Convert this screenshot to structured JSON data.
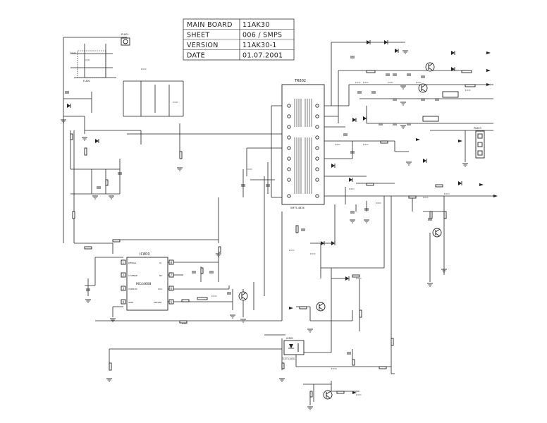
{
  "title_block": {
    "main_board_label": "MAIN BOARD",
    "main_board_value": "11AK30",
    "sheet_label": "SHEET",
    "sheet_value": "006 / SMPS",
    "version_label": "VERSION",
    "version_value": "11AK30-1",
    "date_label": "DATE",
    "date_value": "01.07.2001"
  },
  "components": {
    "transformer_label": "TR802",
    "ic_label": "IC800",
    "ic_part": "MC44608",
    "ic_pins_left": [
      "DEMAG",
      "C.SENSE",
      "CONT-IN",
      "GND"
    ],
    "ic_pins_right": [
      "VI",
      "NC",
      "VCC",
      "DRIVER"
    ],
    "ic_pin_numbers_left": [
      "1",
      "2",
      "3",
      "4"
    ],
    "ic_pin_numbers_right": [
      "8",
      "7",
      "6",
      "5"
    ],
    "optocoupler_label": "IC801",
    "optocoupler_part": "TCET1103G",
    "plug_label": "PL801",
    "plug_out_label": "PL803",
    "fuse_label": "FL800",
    "transformer_part": "SMT5-4826"
  },
  "colors": {
    "line": "#222222",
    "paper": "#ffffff"
  }
}
